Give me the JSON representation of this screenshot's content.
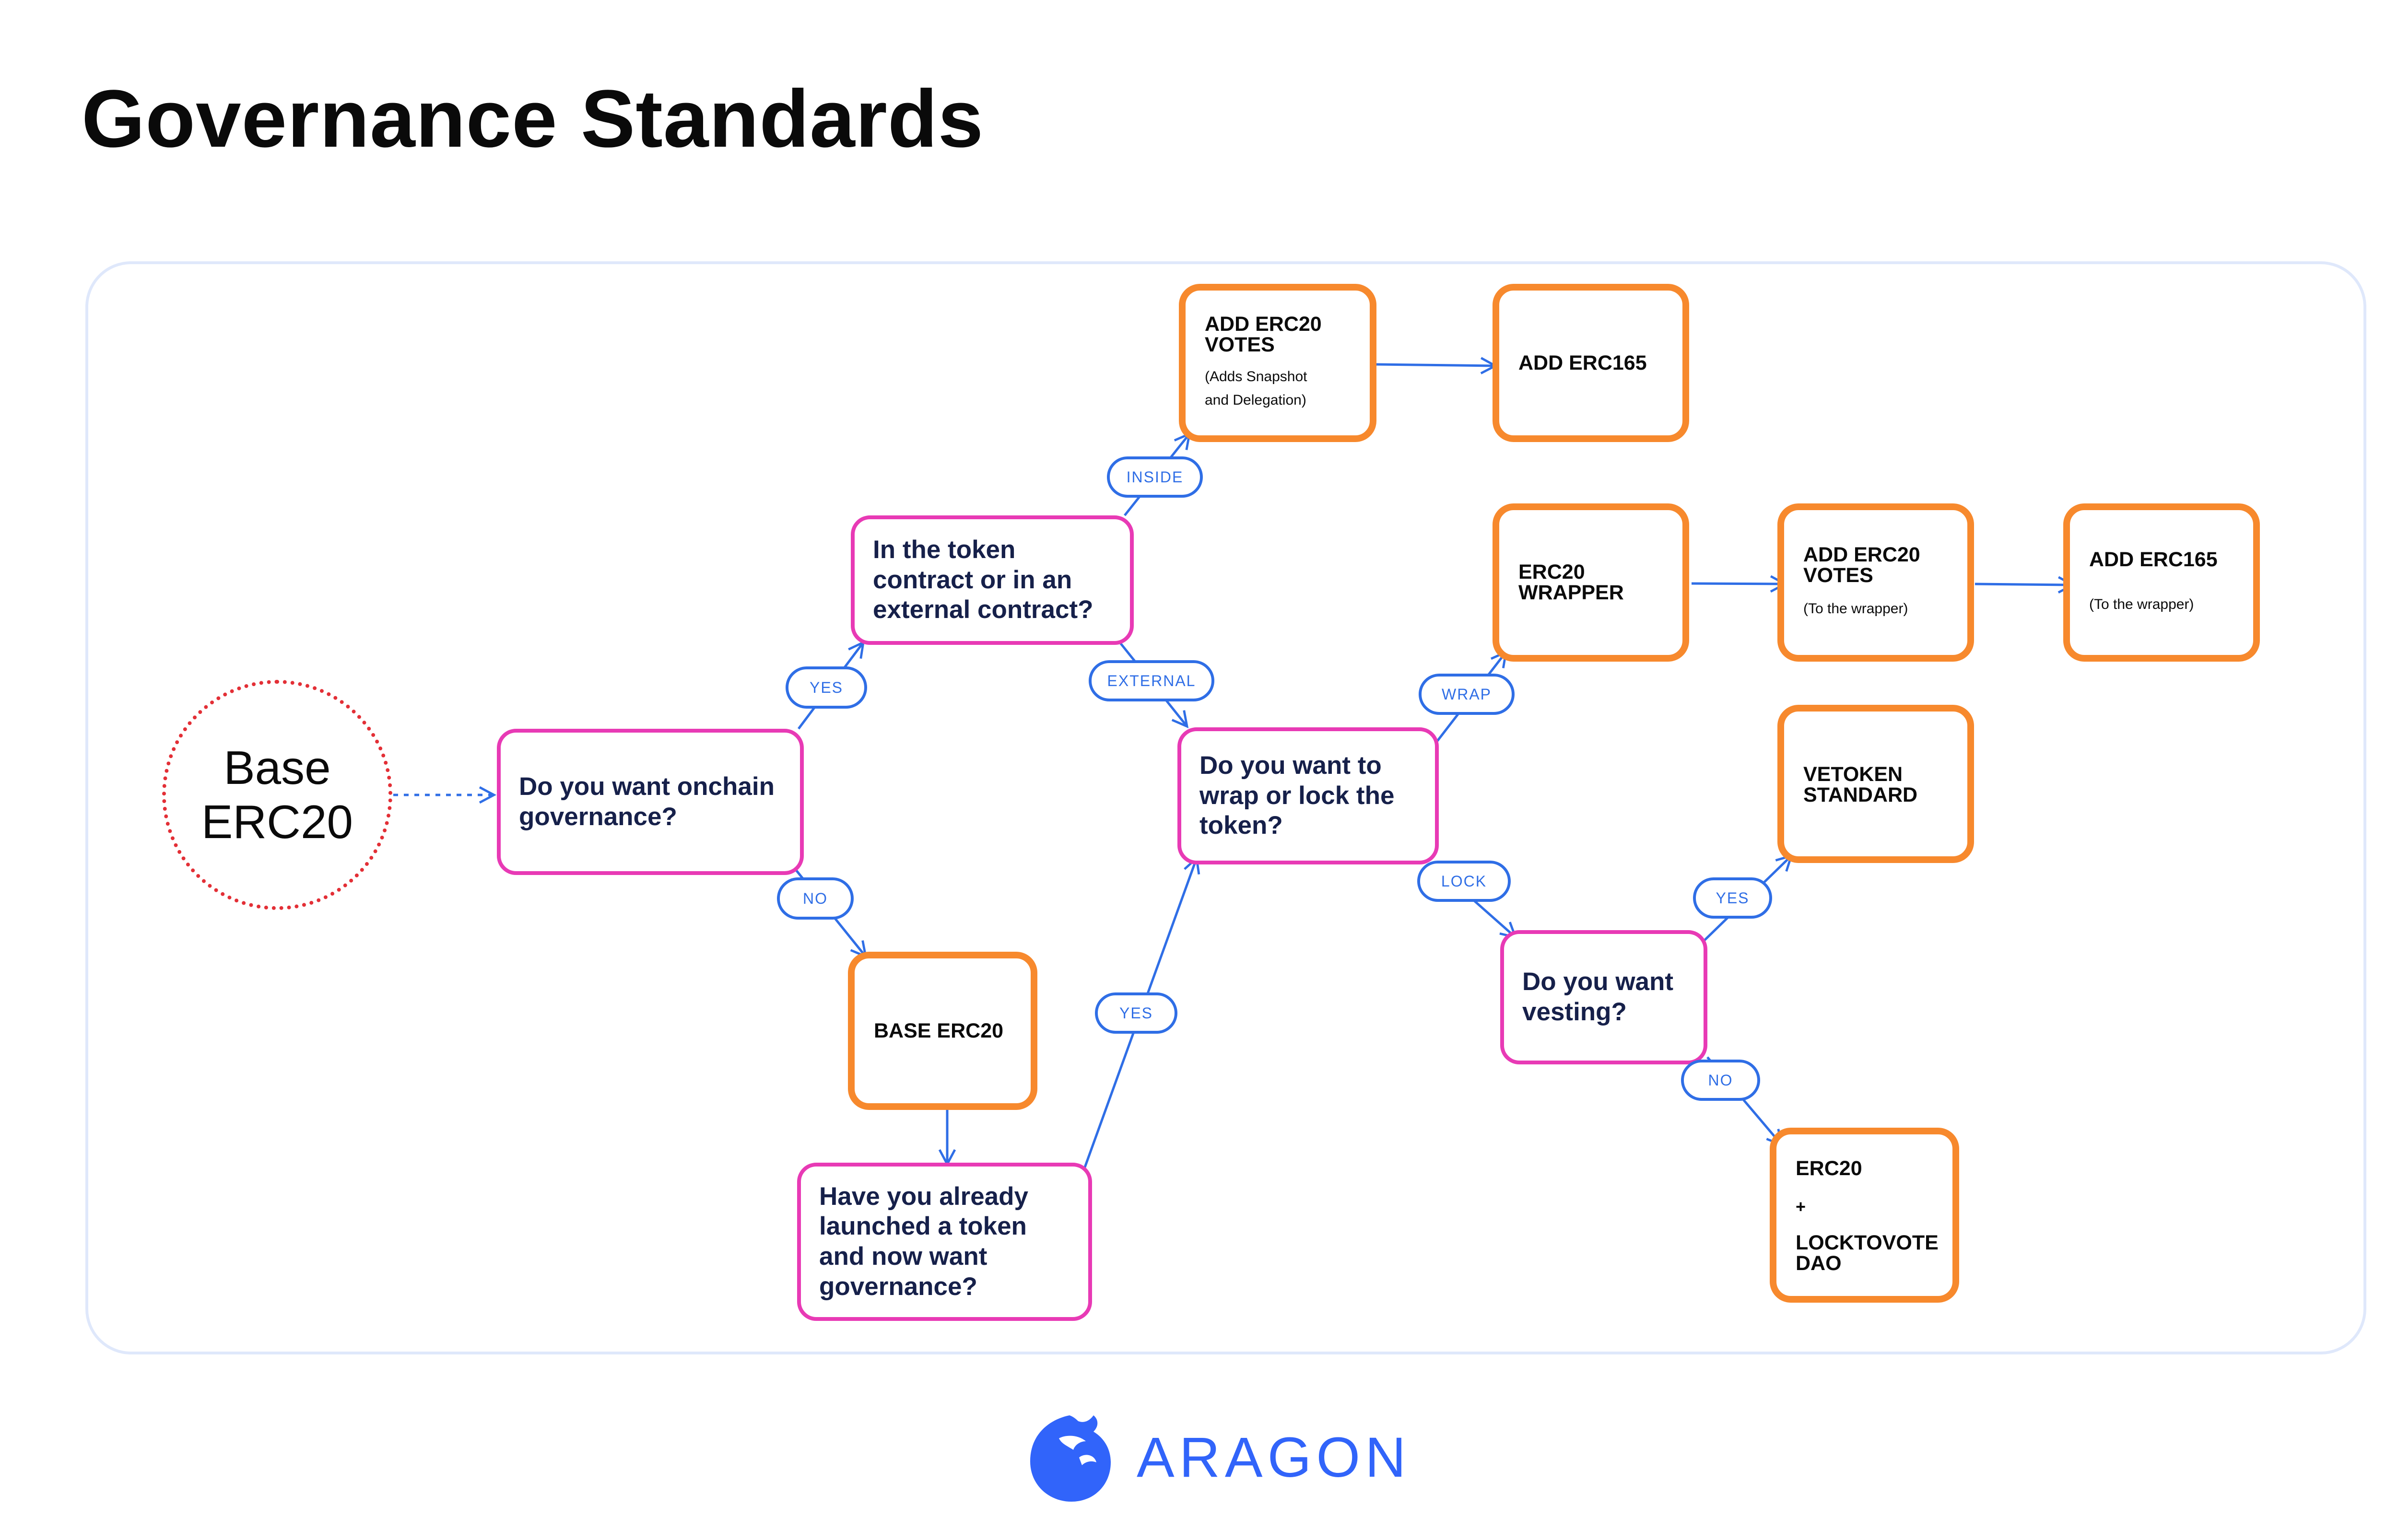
{
  "title": "Governance Standards",
  "colors": {
    "question_border": "#e83ab5",
    "outcome_border": "#f7892d",
    "connector": "#2f6ee6",
    "start_border": "#e32f36",
    "brand": "#3164fa",
    "panel_border": "#dfe8fb"
  },
  "start": {
    "line1": "Base",
    "line2": "ERC20"
  },
  "questions": {
    "onchain": "Do you want onchain governance?",
    "contract": "In the token contract or in an external contract?",
    "wrap_lock": "Do you want to wrap or lock the token?",
    "launched": "Have you already launched a token and now want governance?",
    "vesting": "Do you want vesting?"
  },
  "outcomes": {
    "votes": {
      "line1": "ADD ERC20",
      "line2": "VOTES",
      "sub1": "(Adds Snapshot",
      "sub2": "and Delegation)"
    },
    "erc165_a": {
      "label": "ADD ERC165"
    },
    "wrapper": {
      "line1": "ERC20",
      "line2": "WRAPPER"
    },
    "wrapper_votes": {
      "line1": "ADD ERC20",
      "line2": "VOTES",
      "sub": "(To the wrapper)"
    },
    "erc165_b": {
      "label": "ADD ERC165",
      "sub": "(To the wrapper)"
    },
    "vetoken": {
      "line1": "VETOKEN",
      "line2": "STANDARD"
    },
    "base_erc20": {
      "label": "BASE ERC20"
    },
    "locktovote": {
      "line1": "ERC20",
      "plus": "+",
      "line2": "LOCKTOVOTE",
      "line3": "DAO"
    }
  },
  "edge_labels": {
    "yes_1": "YES",
    "no_1": "NO",
    "inside": "INSIDE",
    "external": "EXTERNAL",
    "wrap": "WRAP",
    "lock": "LOCK",
    "yes_2": "YES",
    "yes_3": "YES",
    "no_2": "NO"
  },
  "brand": {
    "name": "ARAGON",
    "icon": "aragon-logo-icon"
  }
}
